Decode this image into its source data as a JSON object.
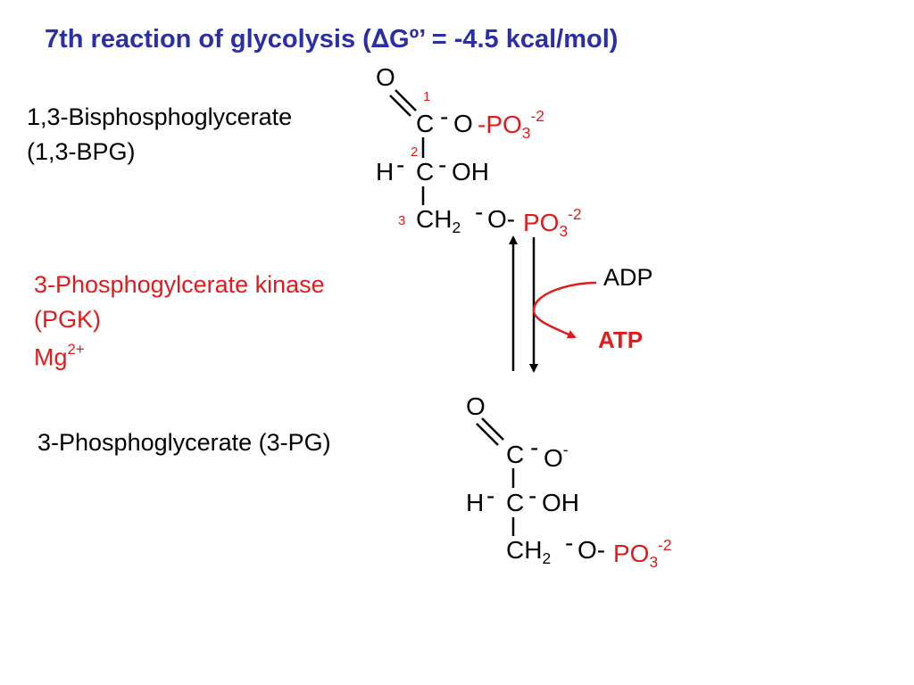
{
  "title": {
    "text_before": "7th reaction of glycolysis (",
    "delta": "∆",
    "text_after": "Gº’ = -4.5 kcal/mol)"
  },
  "reactant": {
    "name": "1,3-Bisphosphoglycerate",
    "abbrev": "(1,3-BPG)",
    "atoms": {
      "o_top": "O",
      "c1": "C",
      "o1": "O",
      "dash1": "-",
      "po3_1": "PO",
      "po3_1_sub": "3",
      "po3_1_sup": "-2",
      "h": "H",
      "c2": "C",
      "oh": "OH",
      "ch2": "CH",
      "ch2_sub": "2",
      "o3": "O-",
      "po3_3": "PO",
      "po3_3_sub": "3",
      "po3_3_sup": "-2"
    },
    "numbers": [
      "1",
      "2",
      "3"
    ]
  },
  "enzyme": {
    "name": "3-Phosphogylcerate kinase",
    "abbrev": "(PGK)",
    "cofactor": "Mg",
    "cofactor_sup": "2+"
  },
  "cofactors": {
    "in": "ADP",
    "out": "ATP"
  },
  "product": {
    "name": "3-Phosphoglycerate (3-PG)",
    "atoms": {
      "o_top": "O",
      "c1": "C",
      "o1": "O",
      "o1_sup": "-",
      "h": "H",
      "c2": "C",
      "oh": "OH",
      "ch2": "CH",
      "ch2_sub": "2",
      "o3": "O-",
      "po3": "PO",
      "po3_sub": "3",
      "po3_sup": "-2"
    }
  },
  "colors": {
    "title": "#2B2FA6",
    "phosphate": "#E11B1B",
    "enzyme": "#E11B1B",
    "atp": "#E11B1B"
  }
}
